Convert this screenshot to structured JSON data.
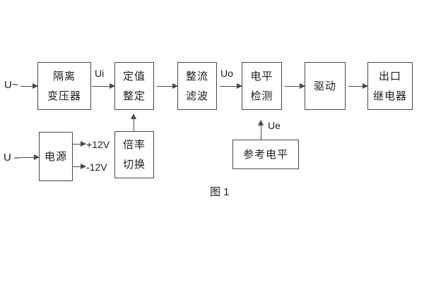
{
  "diagram": {
    "caption": "图 1",
    "inputs": {
      "ac_label": "U~",
      "dc_label": "U –"
    },
    "signal_labels": {
      "ui": "Ui",
      "uo": "Uo",
      "ue": "Ue"
    },
    "power_outputs": {
      "plus": "+12V",
      "minus": "-12V"
    },
    "blocks": {
      "isolation_transformer": {
        "line1": "隔离",
        "line2": "变压器"
      },
      "setting_adjust": {
        "line1": "定值",
        "line2": "整定"
      },
      "rectifier_filter": {
        "line1": "整流",
        "line2": "滤波"
      },
      "level_detect": {
        "line1": "电平",
        "line2": "检测"
      },
      "driver": {
        "line1": "驱动"
      },
      "output_relay": {
        "line1": "出口",
        "line2": "继电器"
      },
      "power_supply": {
        "line1": "电源"
      },
      "ratio_switch": {
        "line1": "倍率",
        "line2": "切换"
      },
      "reference_level": {
        "line1": "参考电平"
      }
    },
    "colors": {
      "line": "#4a4a4a",
      "text": "#1d1d1d",
      "background": "#ffffff"
    }
  }
}
